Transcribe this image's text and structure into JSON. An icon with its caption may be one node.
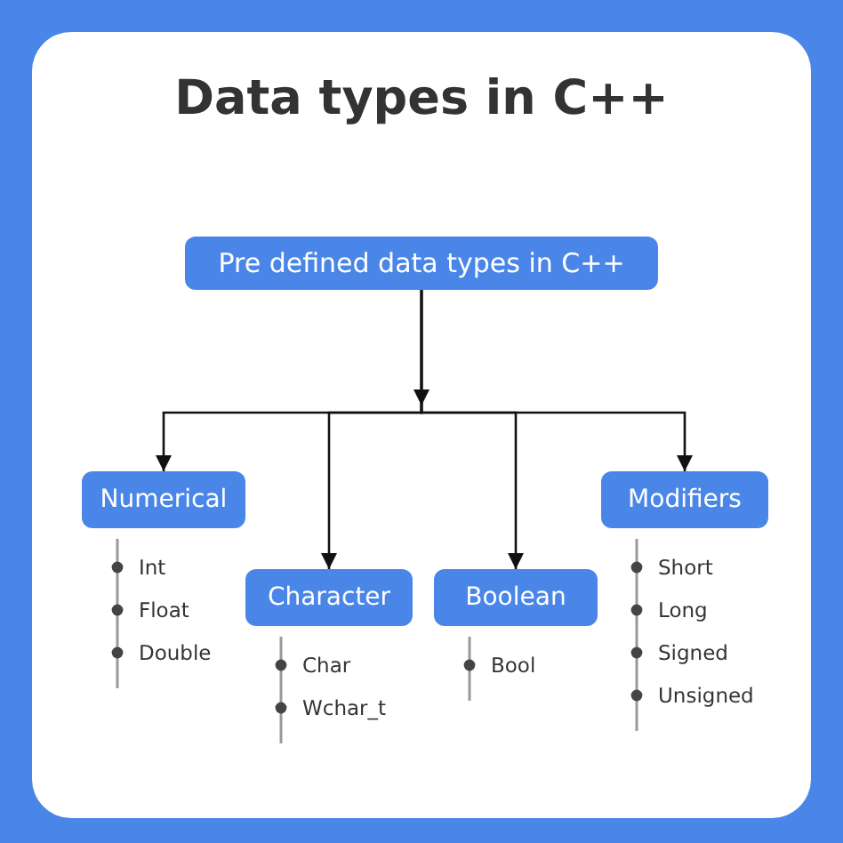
{
  "diagram": {
    "title": "Data types in C++",
    "nodes": [
      {
        "text": [
          "Pre defined data types in C++"
        ]
      },
      {
        "text": [
          "Numerical"
        ],
        "beside": [
          "Int",
          "Float",
          "Double"
        ]
      },
      {
        "text": [
          "Character"
        ],
        "beside": [
          "Char",
          "Wchar_t"
        ]
      },
      {
        "text": [
          "Boolean"
        ],
        "beside": [
          "Bool"
        ]
      },
      {
        "text": [
          "Modifiers"
        ],
        "beside": [
          "Short",
          "Long",
          "Signed",
          "Unsigned"
        ]
      }
    ],
    "edges": [
      {
        "from": 0,
        "to": 1,
        "arrow": "to"
      },
      {
        "from": 0,
        "to": 2,
        "arrow": "to"
      },
      {
        "from": 0,
        "to": 3,
        "arrow": "to"
      },
      {
        "from": 0,
        "to": 4,
        "arrow": "to"
      }
    ]
  }
}
